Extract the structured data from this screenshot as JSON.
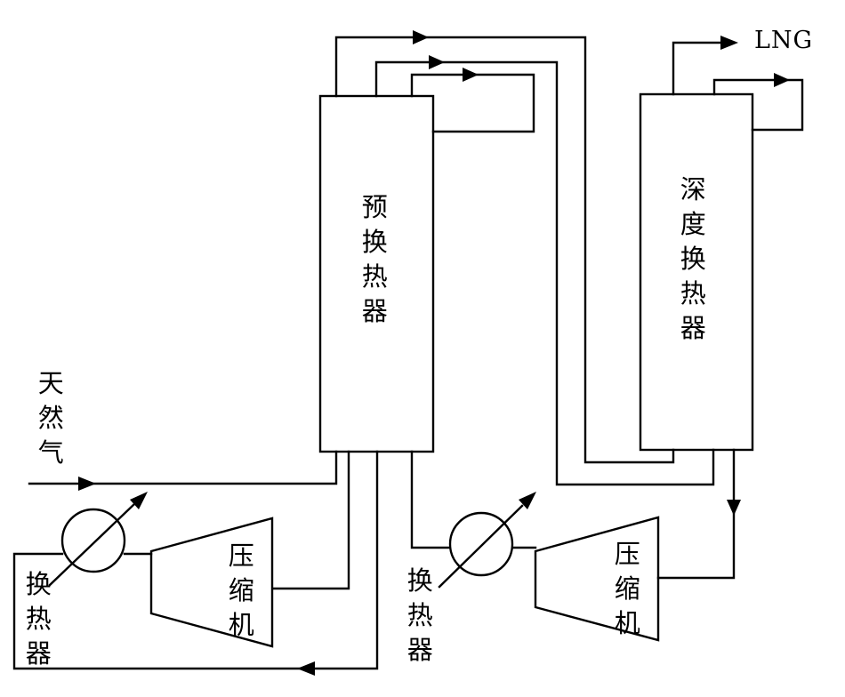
{
  "labels": {
    "pre_exchanger": "预换热器",
    "deep_exchanger": "深度换热器",
    "natural_gas": "天然气",
    "lng": "LNG",
    "compressor_1": "压缩机",
    "compressor_2": "压缩机",
    "heat_exchanger_1": "换热器",
    "heat_exchanger_2": "换热器"
  }
}
